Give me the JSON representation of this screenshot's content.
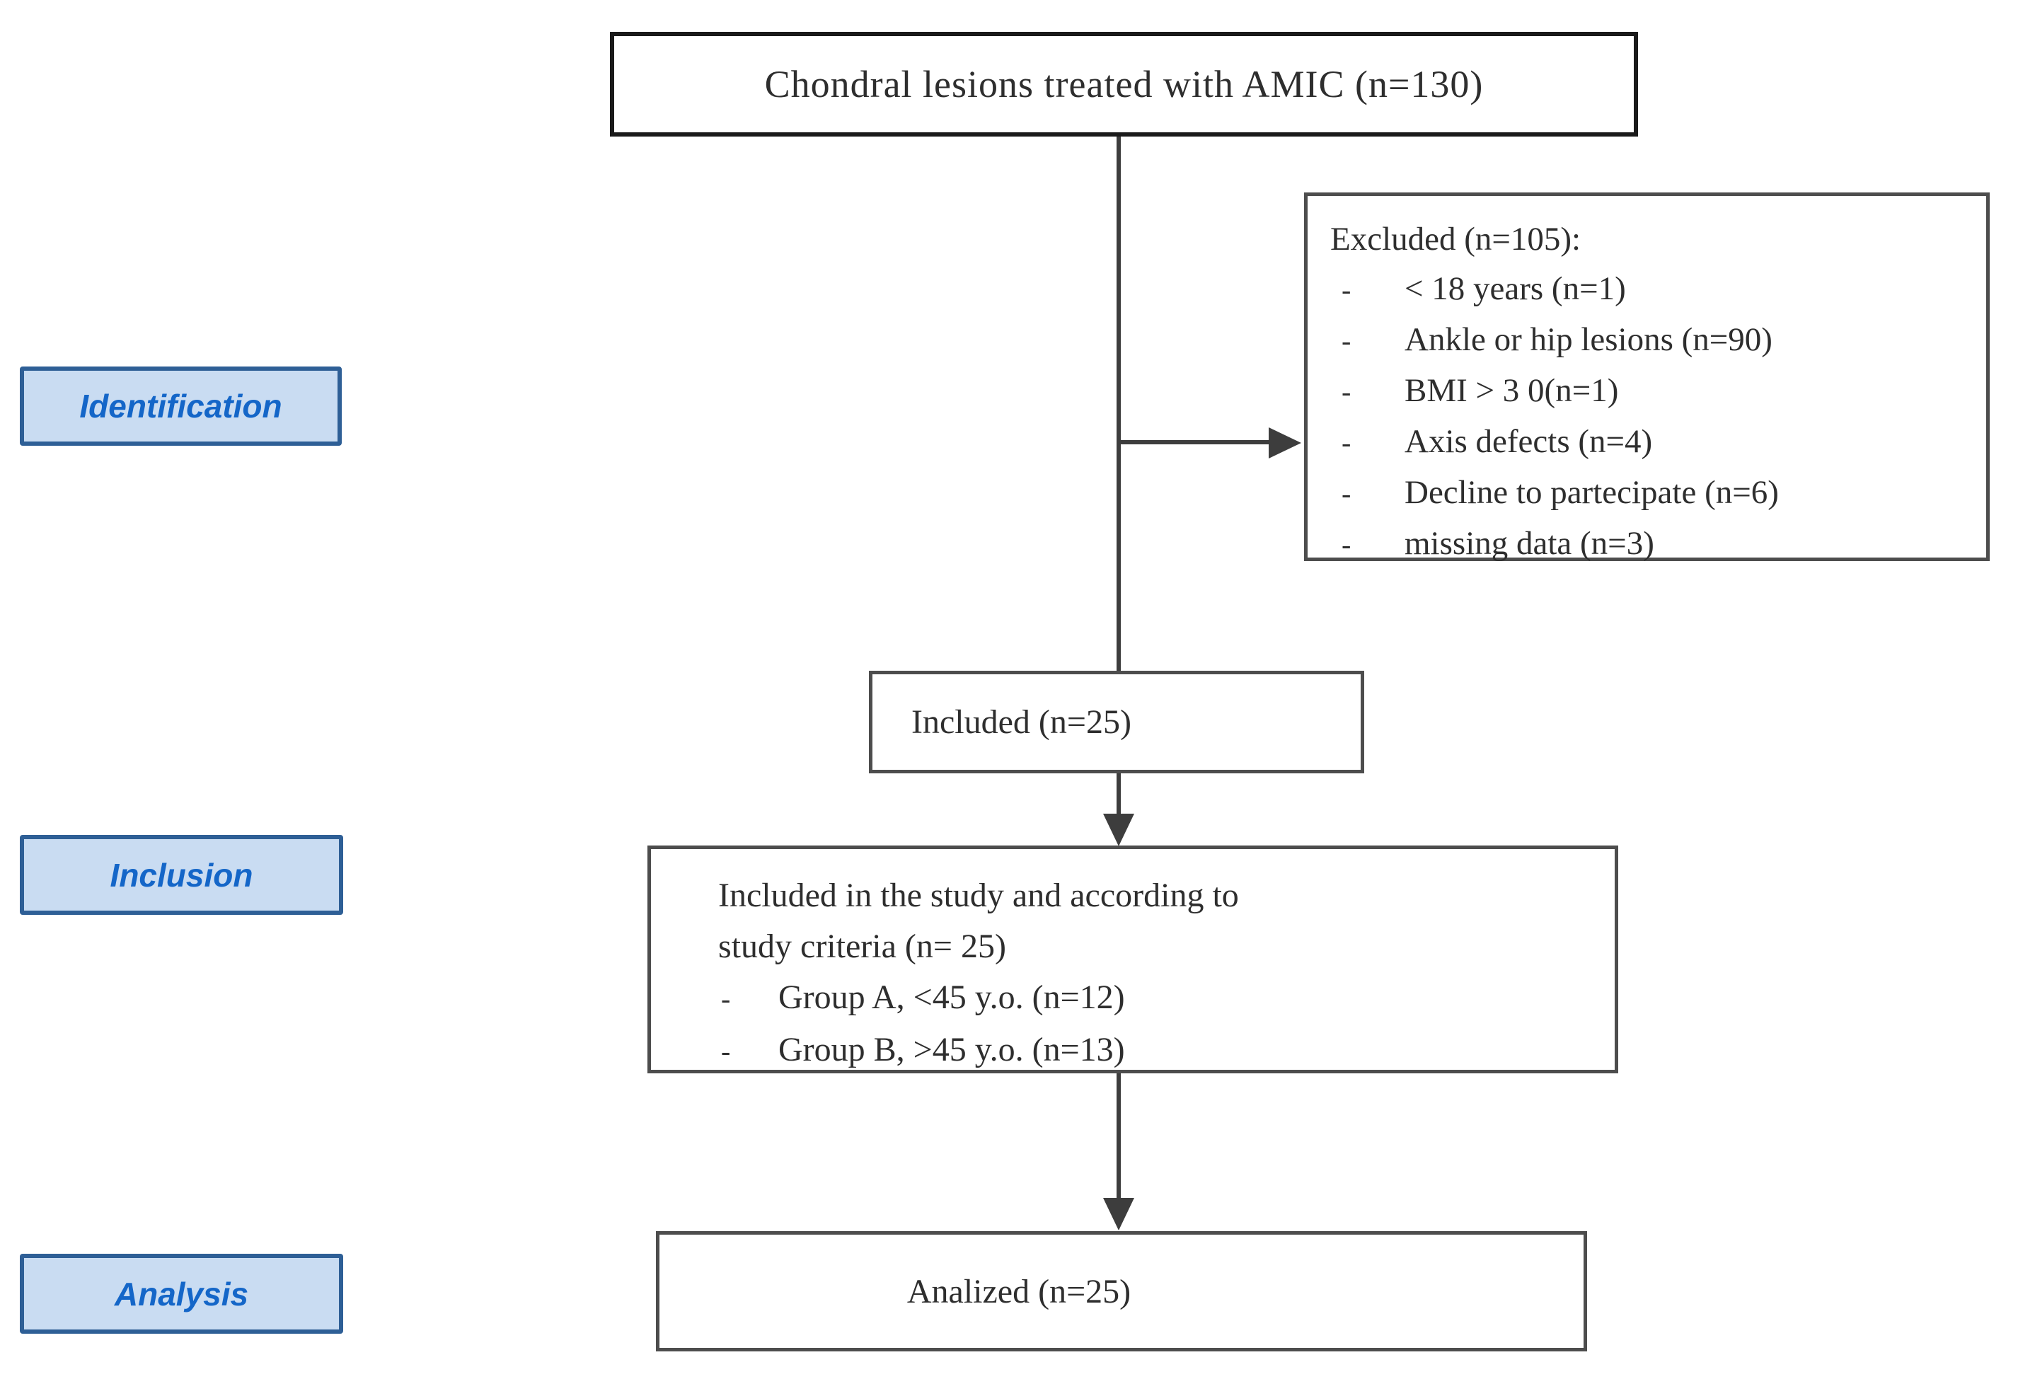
{
  "theme": {
    "line-color": "#3d3d3d",
    "box-border-color": "#4d4d4d",
    "top-box-border-color": "#1a1a1a",
    "box-text-color": "#2e2e2e",
    "label-fill": "#c9dcf2",
    "label-border": "#2e5f96",
    "label-text": "#1466c8",
    "background": "#ffffff"
  },
  "flowchart": {
    "top_box": "Chondral lesions treated with AMIC (n=130)",
    "excluded": {
      "title": "Excluded (n=105):",
      "items": [
        {
          "marker": "-",
          "text": "< 18 years (n=1)"
        },
        {
          "marker": "-",
          "text": "Ankle or hip lesions (n=90)"
        },
        {
          "marker": "-",
          "text": "BMI > 3 0(n=1)"
        },
        {
          "marker": "-",
          "text": "Axis defects (n=4)"
        },
        {
          "marker": "-",
          "text": "Decline to partecipate (n=6)"
        },
        {
          "marker": "-",
          "text": "missing data (n=3)"
        }
      ]
    },
    "stages": [
      {
        "label": "Identification"
      },
      {
        "label": "Inclusion"
      },
      {
        "label": "Analysis"
      }
    ],
    "included": "Included (n=25)",
    "criteria": {
      "line1": "Included in the study and according to",
      "line2": "study criteria (n= 25)",
      "items": [
        {
          "marker": "-",
          "text": "Group A, <45 y.o. (n=12)"
        },
        {
          "marker": "-",
          "text": "Group B, >45 y.o. (n=13)"
        }
      ]
    },
    "analyzed": "Analized (n=25)"
  }
}
